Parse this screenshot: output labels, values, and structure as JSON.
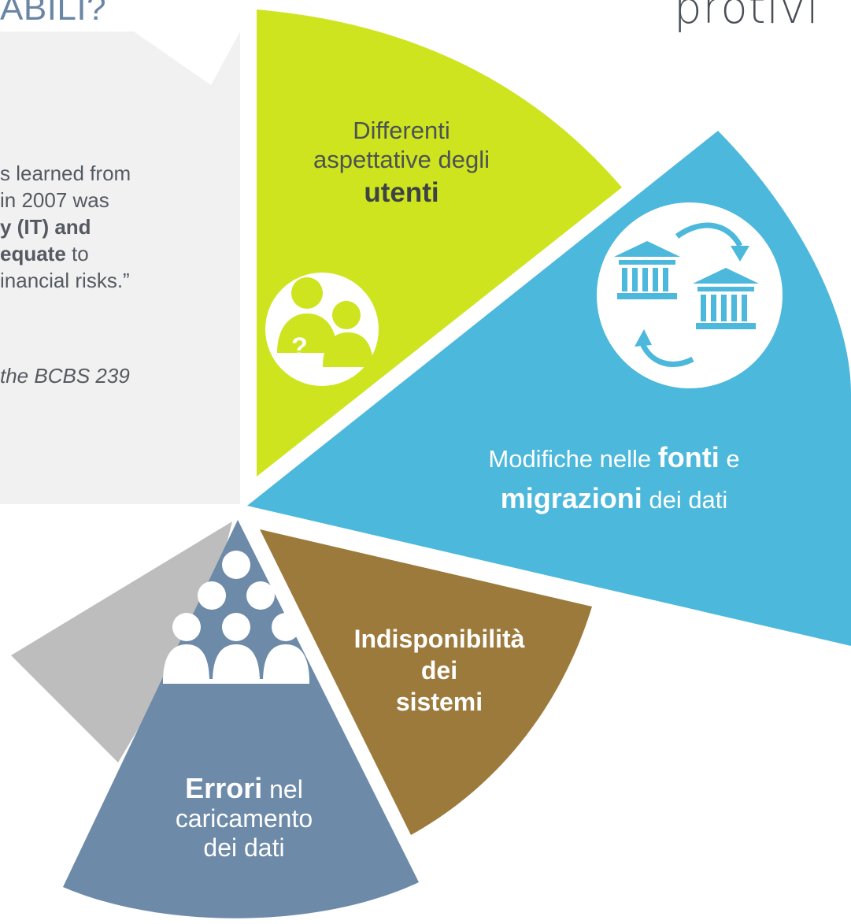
{
  "header": {
    "left_fragment": "ABILI?",
    "right_fragment": "protivi"
  },
  "quote": {
    "line1": "s learned from",
    "line2": "in 2007 was",
    "line3": "y (IT) and",
    "line4_bold": "equate",
    "line4_rest": " to",
    "line5": "inancial risks.”",
    "citation": "the BCBS 239"
  },
  "segments": {
    "users": {
      "line1": "Differenti",
      "line2": "aspettative degli",
      "bold": "utenti",
      "color": "#cde41f",
      "icon": "users-question-icon"
    },
    "sources": {
      "pre": "Modifiche nelle ",
      "bold1": "fonti",
      "mid": " e",
      "bold2": "migrazioni",
      "post": " dei dati",
      "color": "#4cb8db",
      "icon": "bank-sync-icon"
    },
    "systems": {
      "line1": "Indisponibilità",
      "line2": "dei",
      "line3": "sistemi",
      "color": "#9c7a3c"
    },
    "errors": {
      "bold": "Errori",
      "line1_rest": " nel",
      "line2": "caricamento",
      "line3": "dei dati",
      "color": "#6d8aa8",
      "icon": "people-group-icon"
    },
    "grey_light": {
      "color": "#f1f1f1"
    },
    "grey_mid": {
      "color": "#bdbdbd"
    }
  },
  "colors": {
    "text_dark": "#555a61",
    "heading_blue": "#6a86a4",
    "heading_grey": "#4a4f57"
  }
}
